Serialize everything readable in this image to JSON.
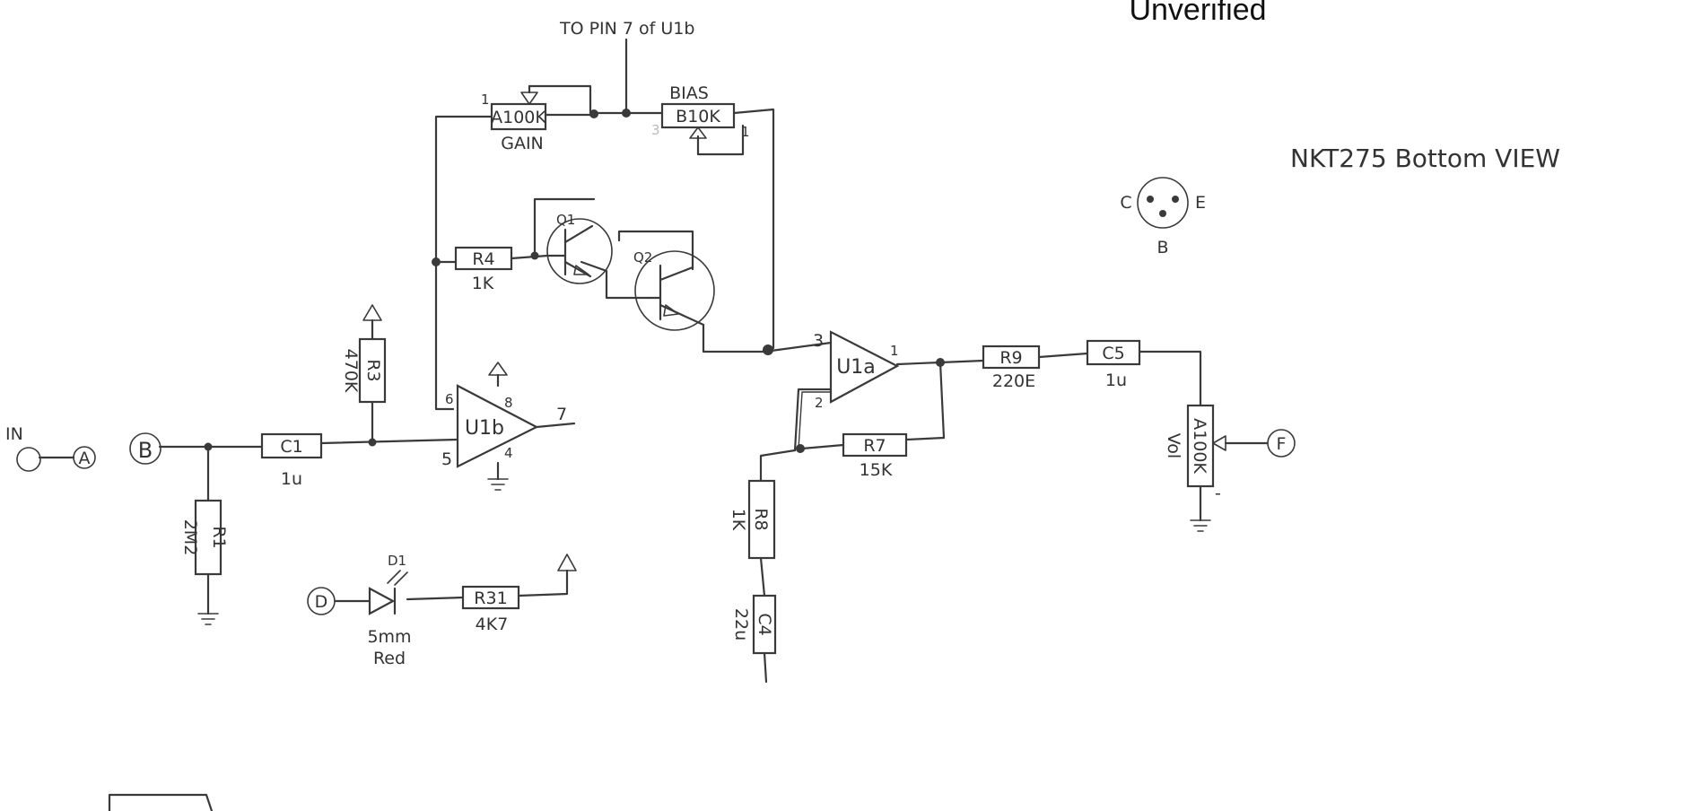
{
  "watermark": "Unverified",
  "header_note": "TO PIN 7 of U1b",
  "pinout": {
    "title": "NKT275  Bottom VIEW",
    "pins": {
      "c": "C",
      "e": "E",
      "b": "B"
    }
  },
  "terminals": {
    "in_label": "IN",
    "a": "A",
    "b": "B",
    "d": "D",
    "f": "F"
  },
  "pots": {
    "gain": {
      "value": "A100K",
      "name": "GAIN",
      "pin1": "1"
    },
    "bias": {
      "value": "B10K",
      "name": "BIAS",
      "pin1": "1",
      "pin3": "3"
    },
    "vol": {
      "value": "A100K",
      "name": "Vol"
    }
  },
  "resistors": {
    "r1": {
      "ref": "R1",
      "value": "2M2"
    },
    "r3": {
      "ref": "R3",
      "value": "470K"
    },
    "r4": {
      "ref": "R4",
      "value": "1K"
    },
    "r7": {
      "ref": "R7",
      "value": "15K"
    },
    "r8": {
      "ref": "R8",
      "value": "1K"
    },
    "r9": {
      "ref": "R9",
      "value": "220E"
    },
    "r31": {
      "ref": "R31",
      "value": "4K7"
    }
  },
  "capacitors": {
    "c1": {
      "ref": "C1",
      "value": "1u"
    },
    "c4": {
      "ref": "C4",
      "value": "22u"
    },
    "c5": {
      "ref": "C5",
      "value": "1u"
    }
  },
  "transistors": {
    "q1": "Q1",
    "q2": "Q2"
  },
  "opamps": {
    "u1b": {
      "ref": "U1b",
      "pin6": "6",
      "pin5": "5",
      "pin7": "7",
      "pin8": "8",
      "pin4": "4"
    },
    "u1a": {
      "ref": "U1a",
      "pin3": "3",
      "pin2": "2",
      "pin1": "1"
    }
  },
  "led": {
    "ref": "D1",
    "size": "5mm",
    "color_text": "Red"
  },
  "vol_minus": "-"
}
